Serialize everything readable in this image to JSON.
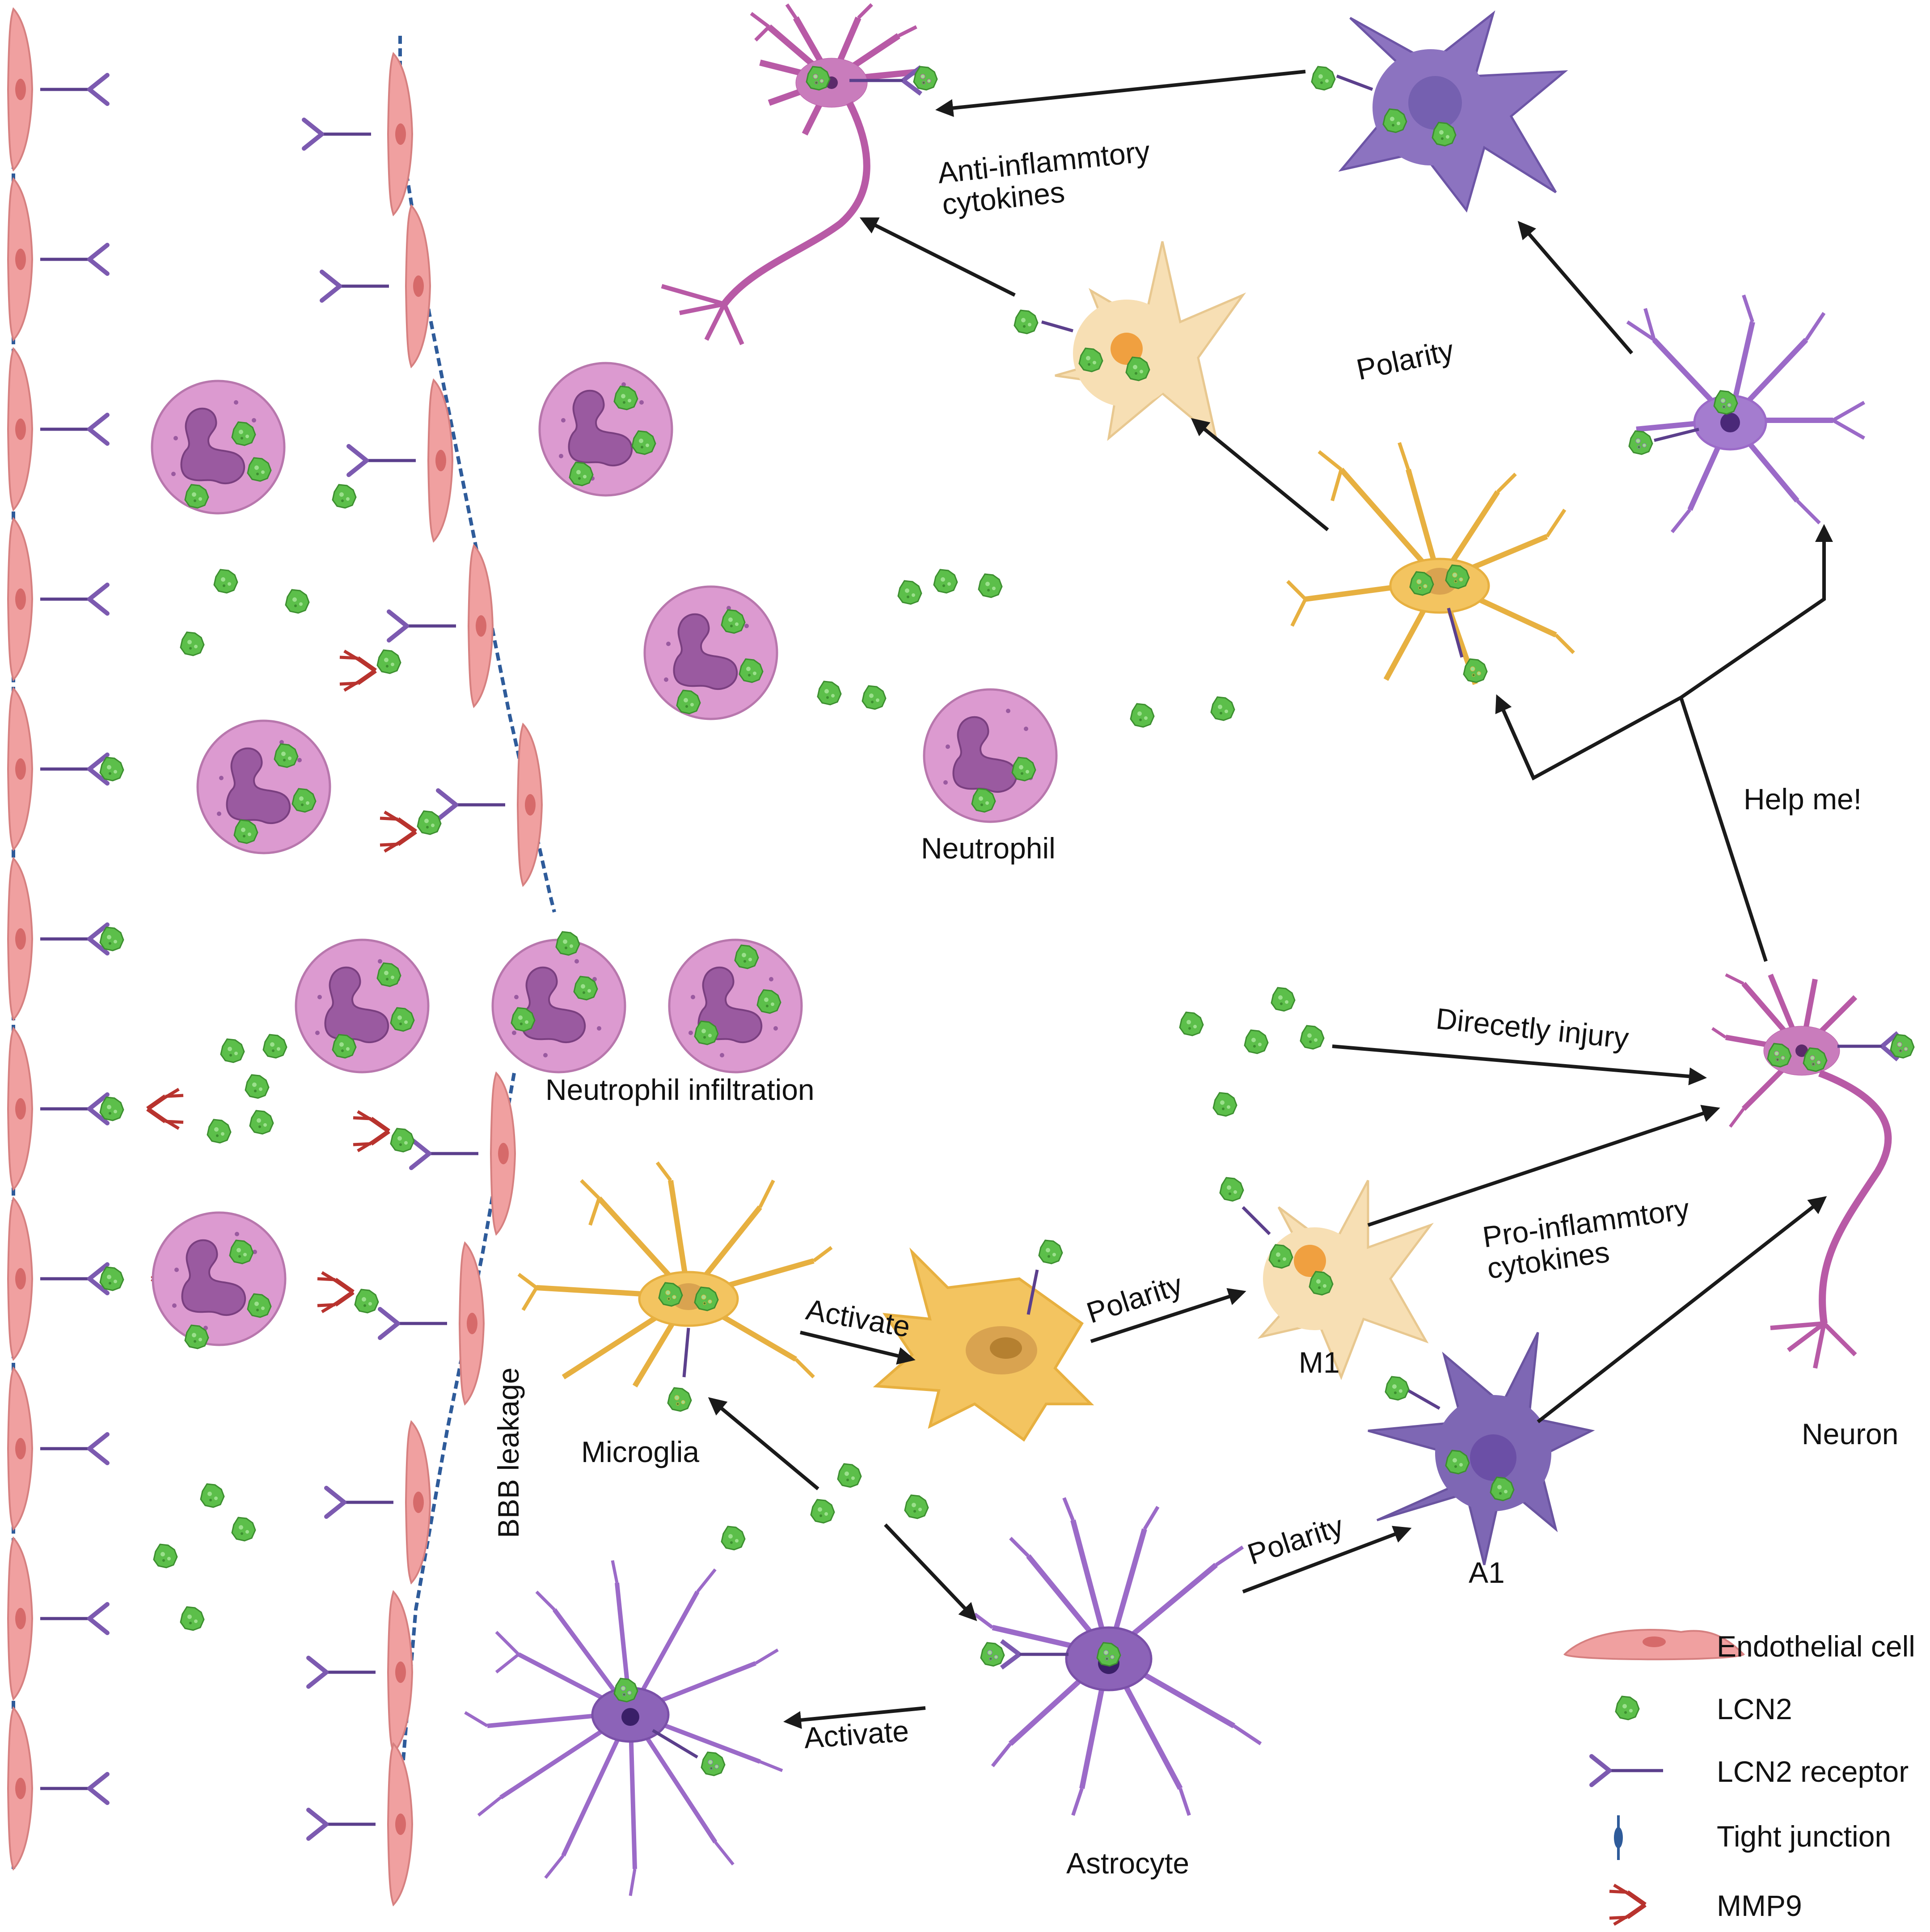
{
  "labels": {
    "anti_inflammatory_1": "Anti-inflammtory",
    "anti_inflammatory_2": "cytokines",
    "polarity_top": "Polarity",
    "help_me": "Help me!",
    "neutrophil": "Neutrophil",
    "neutrophil_infiltration": "Neutrophil infiltration",
    "directly_injury": "Direcetly injury",
    "pro_inflammatory_1": "Pro-inflammtory",
    "pro_inflammatory_2": "cytokines",
    "activate_microglia": "Activate",
    "polarity_microglia": "Polarity",
    "m1": "M1",
    "microglia": "Microglia",
    "bbb_leakage": "BBB leakage",
    "polarity_astrocyte": "Polarity",
    "a1": "A1",
    "neuron": "Neuron",
    "activate_astrocyte": "Activate",
    "astrocyte": "Astrocyte"
  },
  "legend": {
    "items": [
      {
        "label": "Endothelial cell",
        "icon": "endothelial-cell-icon"
      },
      {
        "label": "LCN2",
        "icon": "lcn2-icon"
      },
      {
        "label": "LCN2  receptor",
        "icon": "lcn2-receptor-icon"
      },
      {
        "label": "Tight junction",
        "icon": "tight-junction-icon"
      },
      {
        "label": "MMP9",
        "icon": "mmp9-icon"
      }
    ]
  },
  "colors": {
    "endothelial": "#f0a0a0",
    "lcn2": "#5cbf4a",
    "receptor": "#5b3f8c",
    "tight_junction": "#2e5b9a",
    "mmp9": "#b8332e",
    "neutrophil": "#dc9ad0",
    "neutrophil_nucleus": "#9a5aa0",
    "microglia": "#f3c460",
    "m2": "#f7dfb4",
    "astrocyte": "#8c63b8",
    "a1": "#7e67b4",
    "neuron": "#b85aa6",
    "arrow": "#1a1a1a"
  }
}
